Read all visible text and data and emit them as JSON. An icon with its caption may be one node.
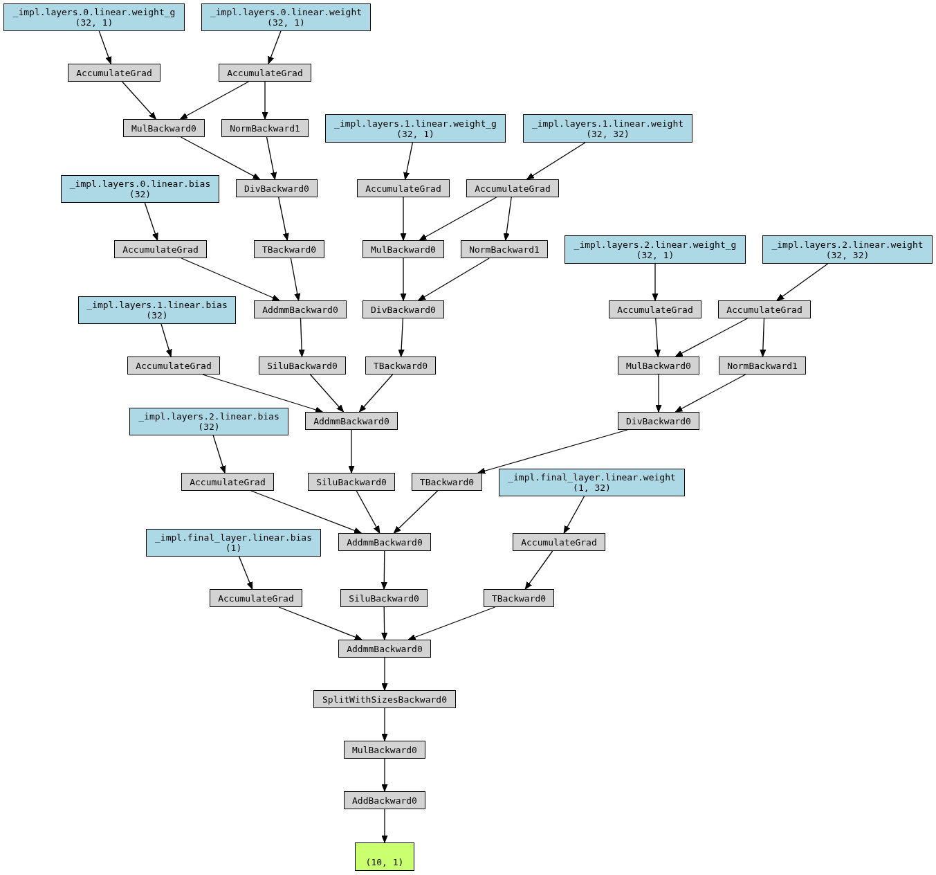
{
  "diagram": {
    "nodes": [
      {
        "text": [
          "_impl.layers.0.linear.weight_g",
          "(32, 1)"
        ]
      },
      {
        "text": [
          "_impl.layers.0.linear.weight",
          "(32, 1)"
        ]
      },
      {
        "text": [
          "AccumulateGrad"
        ]
      },
      {
        "text": [
          "AccumulateGrad"
        ]
      },
      {
        "text": [
          "MulBackward0"
        ]
      },
      {
        "text": [
          "NormBackward1"
        ]
      },
      {
        "text": [
          "_impl.layers.1.linear.weight_g",
          "(32, 1)"
        ]
      },
      {
        "text": [
          "_impl.layers.1.linear.weight",
          "(32, 32)"
        ]
      },
      {
        "text": [
          "_impl.layers.0.linear.bias",
          "(32)"
        ]
      },
      {
        "text": [
          "DivBackward0"
        ]
      },
      {
        "text": [
          "AccumulateGrad"
        ]
      },
      {
        "text": [
          "AccumulateGrad"
        ]
      },
      {
        "text": [
          "AccumulateGrad"
        ]
      },
      {
        "text": [
          "TBackward0"
        ]
      },
      {
        "text": [
          "MulBackward0"
        ]
      },
      {
        "text": [
          "NormBackward1"
        ]
      },
      {
        "text": [
          "_impl.layers.2.linear.weight_g",
          "(32, 1)"
        ]
      },
      {
        "text": [
          "_impl.layers.2.linear.weight",
          "(32, 32)"
        ]
      },
      {
        "text": [
          "_impl.layers.1.linear.bias",
          "(32)"
        ]
      },
      {
        "text": [
          "AddmmBackward0"
        ]
      },
      {
        "text": [
          "DivBackward0"
        ]
      },
      {
        "text": [
          "AccumulateGrad"
        ]
      },
      {
        "text": [
          "AccumulateGrad"
        ]
      },
      {
        "text": [
          "AccumulateGrad"
        ]
      },
      {
        "text": [
          "SiluBackward0"
        ]
      },
      {
        "text": [
          "TBackward0"
        ]
      },
      {
        "text": [
          "MulBackward0"
        ]
      },
      {
        "text": [
          "NormBackward1"
        ]
      },
      {
        "text": [
          "_impl.layers.2.linear.bias",
          "(32)"
        ]
      },
      {
        "text": [
          "AddmmBackward0"
        ]
      },
      {
        "text": [
          "DivBackward0"
        ]
      },
      {
        "text": [
          "AccumulateGrad"
        ]
      },
      {
        "text": [
          "SiluBackward0"
        ]
      },
      {
        "text": [
          "TBackward0"
        ]
      },
      {
        "text": [
          "_impl.final_layer.linear.weight",
          "(1, 32)"
        ]
      },
      {
        "text": [
          "_impl.final_layer.linear.bias",
          "(1)"
        ]
      },
      {
        "text": [
          "AddmmBackward0"
        ]
      },
      {
        "text": [
          "AccumulateGrad"
        ]
      },
      {
        "text": [
          "AccumulateGrad"
        ]
      },
      {
        "text": [
          "SiluBackward0"
        ]
      },
      {
        "text": [
          "TBackward0"
        ]
      },
      {
        "text": [
          "AddmmBackward0"
        ]
      },
      {
        "text": [
          "SplitWithSizesBackward0"
        ]
      },
      {
        "text": [
          "MulBackward0"
        ]
      },
      {
        "text": [
          "AddBackward0"
        ]
      },
      {
        "text": [
          "(10, 1)"
        ]
      }
    ],
    "edges": [
      {
        "from": 0,
        "to": 2,
        "arrow": "to"
      },
      {
        "from": 1,
        "to": 3,
        "arrow": "to"
      },
      {
        "from": 2,
        "to": 4,
        "arrow": "to"
      },
      {
        "from": 3,
        "to": 4,
        "arrow": "to"
      },
      {
        "from": 3,
        "to": 5,
        "arrow": "to"
      },
      {
        "from": 4,
        "to": 9,
        "arrow": "to"
      },
      {
        "from": 5,
        "to": 9,
        "arrow": "to"
      },
      {
        "from": 6,
        "to": 10,
        "arrow": "to"
      },
      {
        "from": 7,
        "to": 11,
        "arrow": "to"
      },
      {
        "from": 8,
        "to": 12,
        "arrow": "to"
      },
      {
        "from": 9,
        "to": 13,
        "arrow": "to"
      },
      {
        "from": 10,
        "to": 14,
        "arrow": "to"
      },
      {
        "from": 11,
        "to": 14,
        "arrow": "to"
      },
      {
        "from": 11,
        "to": 15,
        "arrow": "to"
      },
      {
        "from": 12,
        "to": 19,
        "arrow": "to"
      },
      {
        "from": 13,
        "to": 19,
        "arrow": "to"
      },
      {
        "from": 14,
        "to": 20,
        "arrow": "to"
      },
      {
        "from": 15,
        "to": 20,
        "arrow": "to"
      },
      {
        "from": 16,
        "to": 21,
        "arrow": "to"
      },
      {
        "from": 17,
        "to": 22,
        "arrow": "to"
      },
      {
        "from": 18,
        "to": 23,
        "arrow": "to"
      },
      {
        "from": 19,
        "to": 24,
        "arrow": "to"
      },
      {
        "from": 20,
        "to": 25,
        "arrow": "to"
      },
      {
        "from": 21,
        "to": 26,
        "arrow": "to"
      },
      {
        "from": 22,
        "to": 26,
        "arrow": "to"
      },
      {
        "from": 22,
        "to": 27,
        "arrow": "to"
      },
      {
        "from": 23,
        "to": 29,
        "arrow": "to"
      },
      {
        "from": 24,
        "to": 29,
        "arrow": "to"
      },
      {
        "from": 25,
        "to": 29,
        "arrow": "to"
      },
      {
        "from": 26,
        "to": 30,
        "arrow": "to"
      },
      {
        "from": 27,
        "to": 30,
        "arrow": "to"
      },
      {
        "from": 28,
        "to": 31,
        "arrow": "to"
      },
      {
        "from": 29,
        "to": 32,
        "arrow": "to"
      },
      {
        "from": 30,
        "to": 33,
        "arrow": "to"
      },
      {
        "from": 31,
        "to": 36,
        "arrow": "to"
      },
      {
        "from": 32,
        "to": 36,
        "arrow": "to"
      },
      {
        "from": 33,
        "to": 36,
        "arrow": "to"
      },
      {
        "from": 34,
        "to": 37,
        "arrow": "to"
      },
      {
        "from": 35,
        "to": 38,
        "arrow": "to"
      },
      {
        "from": 36,
        "to": 39,
        "arrow": "to"
      },
      {
        "from": 37,
        "to": 40,
        "arrow": "to"
      },
      {
        "from": 38,
        "to": 41,
        "arrow": "to"
      },
      {
        "from": 39,
        "to": 41,
        "arrow": "to"
      },
      {
        "from": 40,
        "to": 41,
        "arrow": "to"
      },
      {
        "from": 41,
        "to": 42,
        "arrow": "to"
      },
      {
        "from": 42,
        "to": 43,
        "arrow": "to"
      },
      {
        "from": 43,
        "to": 44,
        "arrow": "to"
      },
      {
        "from": 44,
        "to": 45,
        "arrow": "to"
      }
    ]
  }
}
